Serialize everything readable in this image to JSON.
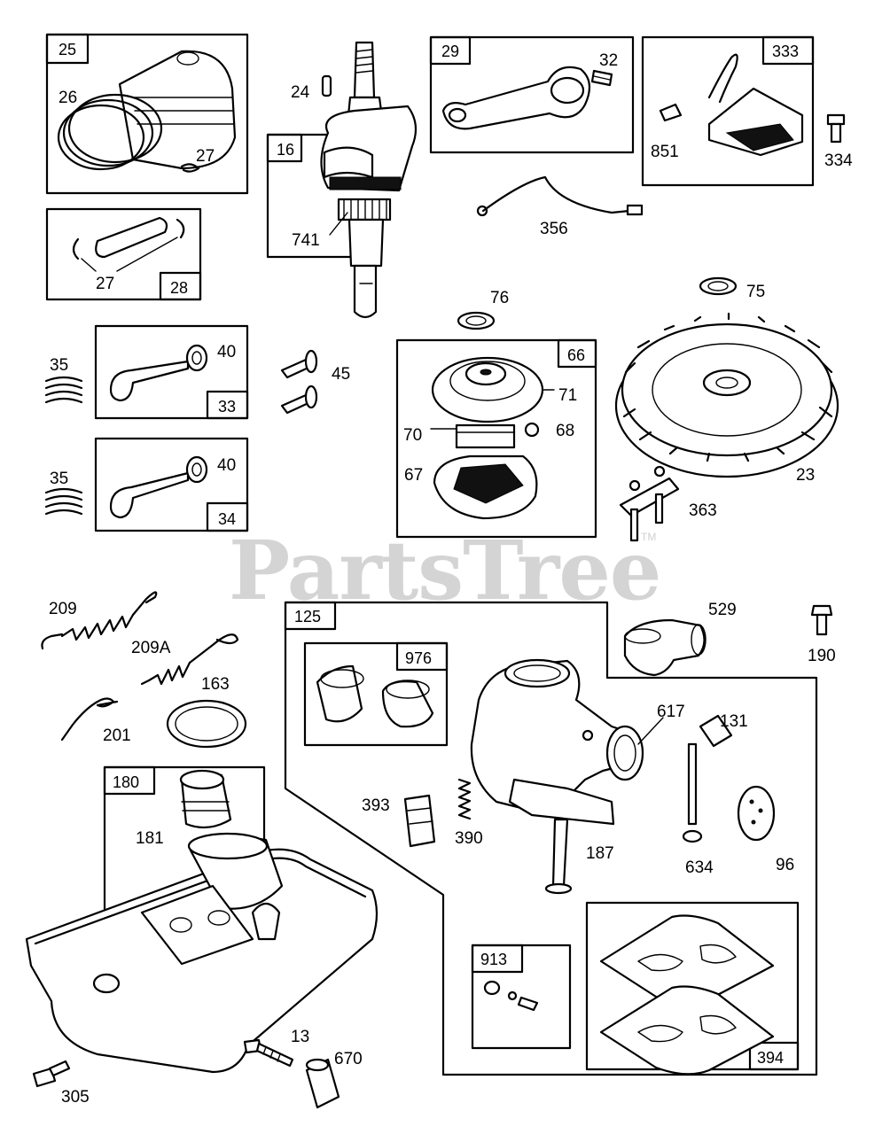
{
  "watermark": {
    "text": "PartsTree",
    "mark": "TM"
  },
  "box_labels": {
    "b25": "25",
    "b29": "29",
    "b333": "333",
    "b16": "16",
    "b28": "28",
    "b33": "33",
    "b34": "34",
    "b66": "66",
    "b125": "125",
    "b976": "976",
    "b180": "180",
    "b913": "913",
    "b394": "394"
  },
  "part_labels": {
    "p26": "26",
    "p27a": "27",
    "p24": "24",
    "p32": "32",
    "p851": "851",
    "p334": "334",
    "p741": "741",
    "p356": "356",
    "p27b": "27",
    "p76": "76",
    "p75": "75",
    "p35a": "35",
    "p40a": "40",
    "p45": "45",
    "p71": "71",
    "p70": "70",
    "p68": "68",
    "p67": "67",
    "p23": "23",
    "p35b": "35",
    "p40b": "40",
    "p363": "363",
    "p209": "209",
    "p209A": "209A",
    "p163": "163",
    "p201": "201",
    "p529": "529",
    "p190": "190",
    "p617": "617",
    "p131": "131",
    "p393": "393",
    "p390": "390",
    "p187": "187",
    "p634": "634",
    "p96": "96",
    "p181": "181",
    "p13": "13",
    "p670": "670",
    "p305": "305"
  }
}
